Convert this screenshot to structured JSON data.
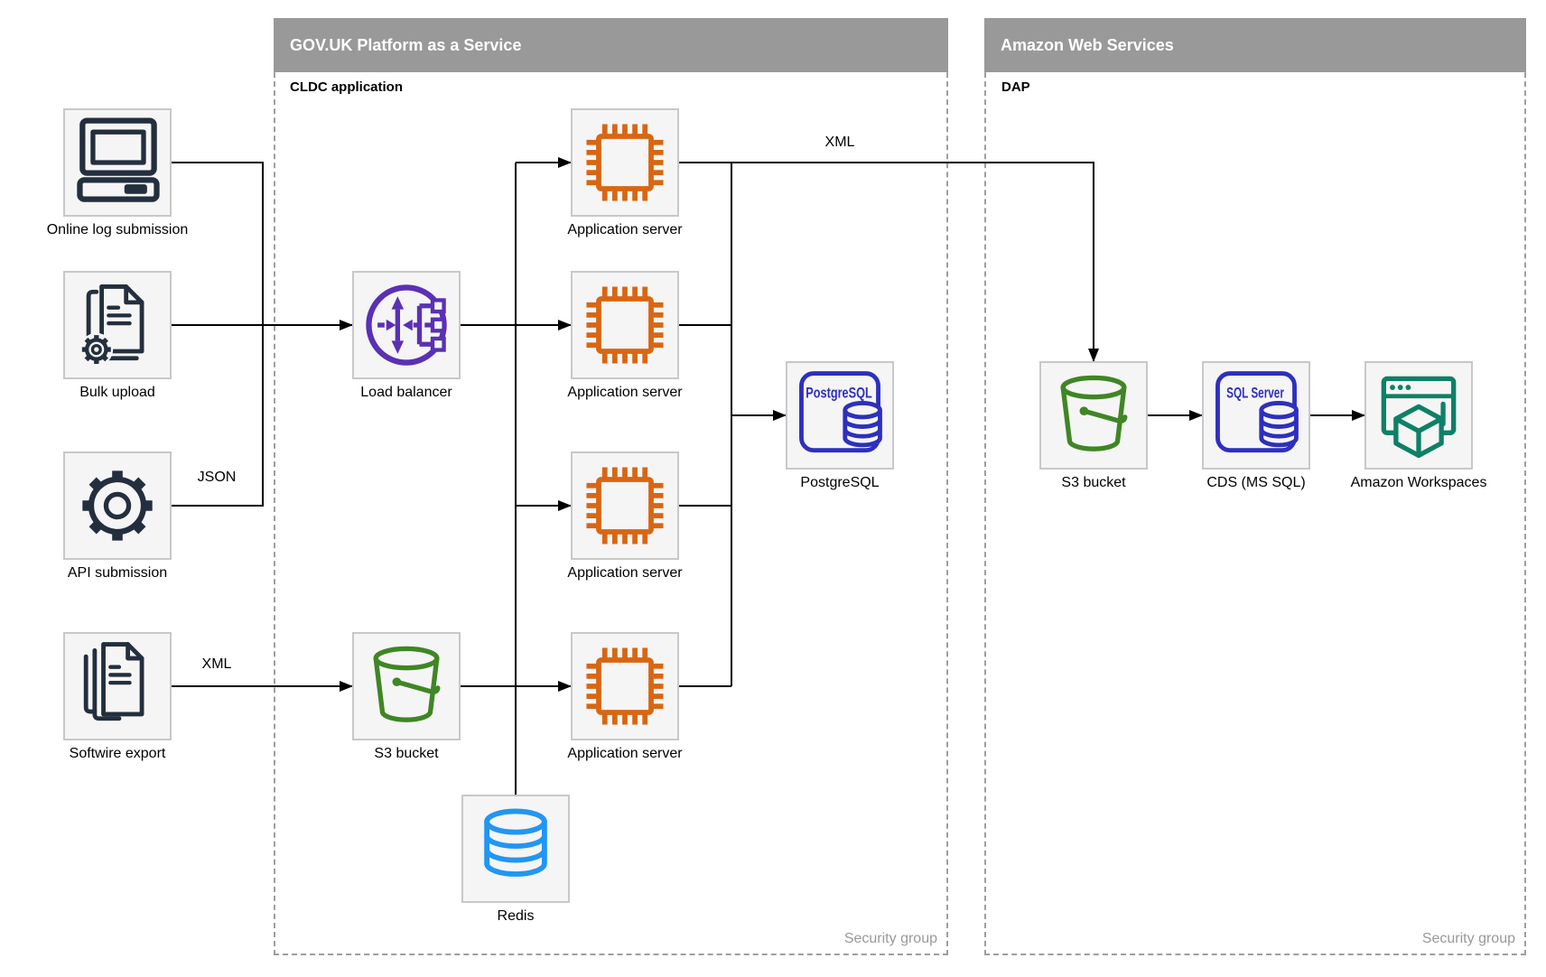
{
  "diagram": {
    "containers": {
      "govuk": {
        "title": "GOV.UK Platform as a Service",
        "subtitle": "CLDC application",
        "footer": "Security group"
      },
      "aws": {
        "title": "Amazon Web Services",
        "subtitle": "DAP",
        "footer": "Security group"
      }
    },
    "nodes": [
      {
        "id": "online-log-submission",
        "label": "Online log submission"
      },
      {
        "id": "bulk-upload",
        "label": "Bulk upload"
      },
      {
        "id": "api-submission",
        "label": "API submission"
      },
      {
        "id": "softwire-export",
        "label": "Softwire export"
      },
      {
        "id": "load-balancer",
        "label": "Load balancer"
      },
      {
        "id": "s3-bucket-paas",
        "label": "S3 bucket"
      },
      {
        "id": "application-server-1",
        "label": "Application server"
      },
      {
        "id": "application-server-2",
        "label": "Application server"
      },
      {
        "id": "application-server-3",
        "label": "Application server"
      },
      {
        "id": "application-server-4",
        "label": "Application server"
      },
      {
        "id": "redis",
        "label": "Redis"
      },
      {
        "id": "postgresql",
        "label": "PostgreSQL"
      },
      {
        "id": "s3-bucket-aws",
        "label": "S3 bucket"
      },
      {
        "id": "cds-ms-sql",
        "label": "CDS (MS SQL)"
      },
      {
        "id": "amazon-workspaces",
        "label": "Amazon Workspaces"
      }
    ],
    "edge_labels": [
      {
        "id": "json-api-to-lb",
        "text": "JSON"
      },
      {
        "id": "xml-softwire-to-s3",
        "text": "XML"
      },
      {
        "id": "xml-app-to-dap",
        "text": "XML"
      }
    ],
    "icon_text": {
      "postgresql": "PostgreSQL",
      "sql_server": "SQL Server"
    },
    "colors": {
      "header_bar": "#999999",
      "dashed_border": "#9e9e9e",
      "node_fill": "#f5f5f5",
      "node_border": "#c8c8c8",
      "connector": "#000000",
      "icon_dark": "#232f3e",
      "icon_orange": "#d86613",
      "icon_purple": "#5a30b5",
      "icon_green": "#3f8624",
      "icon_blue": "#2196f3",
      "icon_indigo": "#2e2fbe",
      "icon_teal": "#0e8066"
    }
  }
}
